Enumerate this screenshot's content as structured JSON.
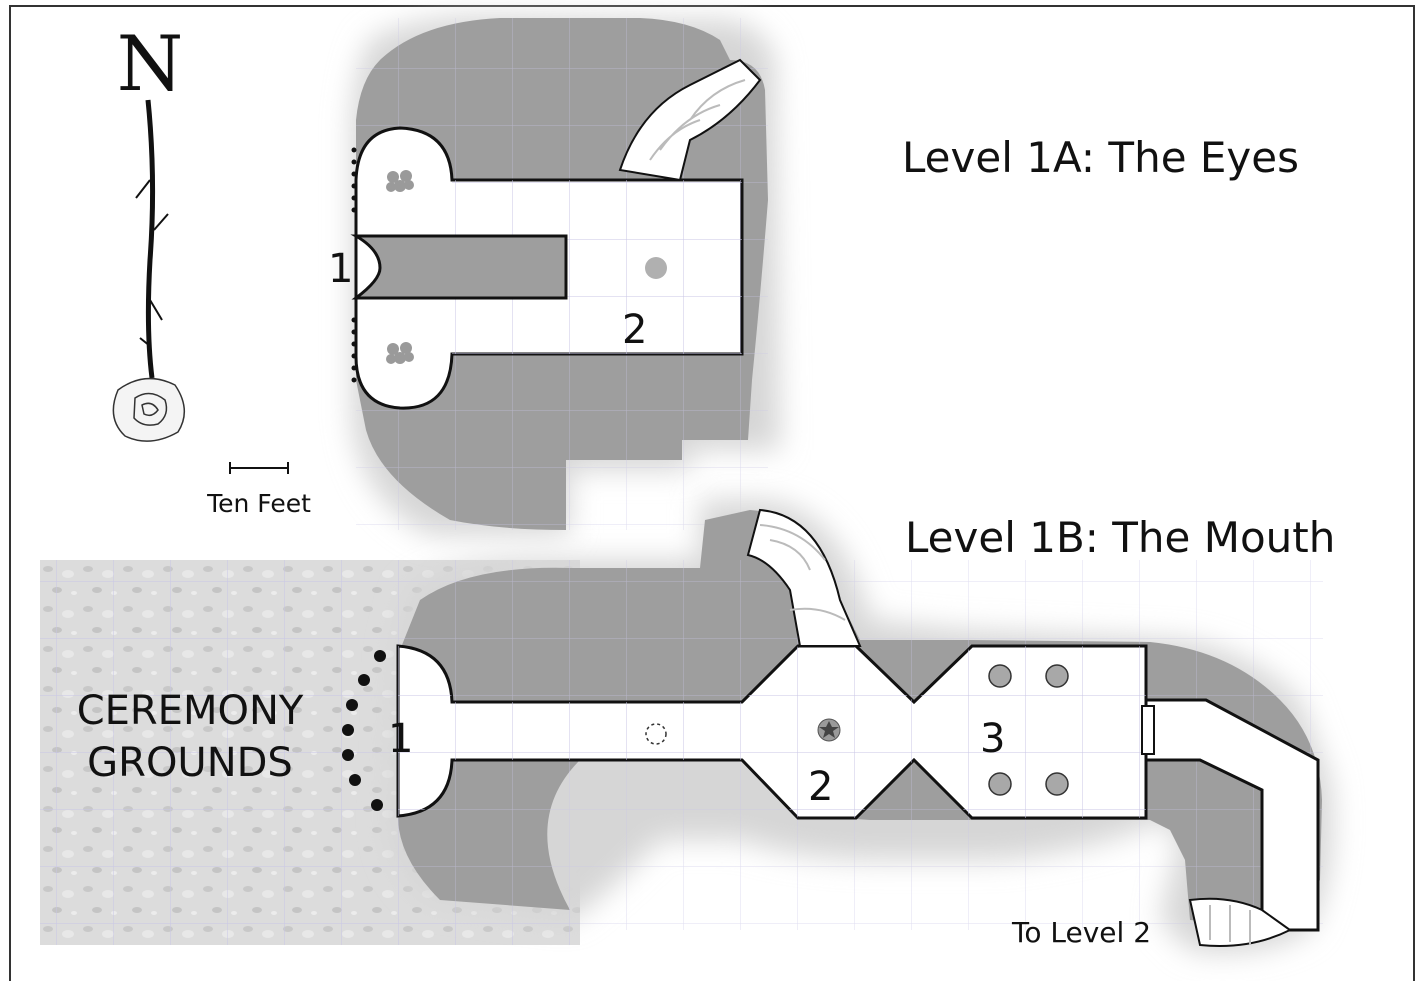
{
  "map": {
    "title_upper": "Level 1A: The Eyes",
    "title_lower": "Level 1B: The Mouth",
    "compass_letter": "N",
    "scale_label": "Ten Feet",
    "area_label_line1": "CEREMONY",
    "area_label_line2": "GROUNDS",
    "exit_label": "To Level 2",
    "rooms_upper": [
      "1",
      "2"
    ],
    "rooms_lower": [
      "1",
      "2",
      "3"
    ],
    "colors": {
      "rock": "#9e9e9e",
      "rock_glow": "#d6d6d6",
      "floor": "#ffffff",
      "grid": "#c9c6e6",
      "outline": "#111111",
      "pillar": "#a8a8a8",
      "ground": "#d9d9d9"
    },
    "icons": [
      "compass-rose-icon",
      "flower-marker-icon",
      "star-altar-icon",
      "dashed-circle-icon",
      "pillar-icon",
      "door-icon",
      "stairs-icon"
    ]
  }
}
